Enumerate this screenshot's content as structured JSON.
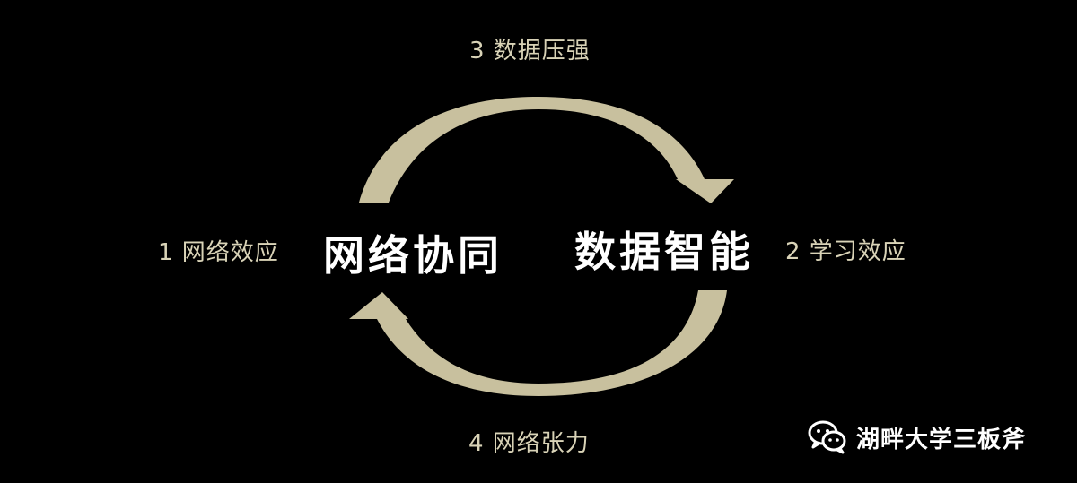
{
  "diagram": {
    "top_label": "3 数据压强",
    "bottom_label": "4 网络张力",
    "left_label": "1 网络效应",
    "right_label": "2 学习效应",
    "left_node": "网络协同",
    "right_node": "数据智能"
  },
  "watermark": {
    "text": "湖畔大学三板斧",
    "icon": "wechat-icon"
  },
  "colors": {
    "background": "#000000",
    "arrow": "#c8c09e",
    "label_text": "#d9d3b7",
    "node_text": "#ffffff"
  }
}
